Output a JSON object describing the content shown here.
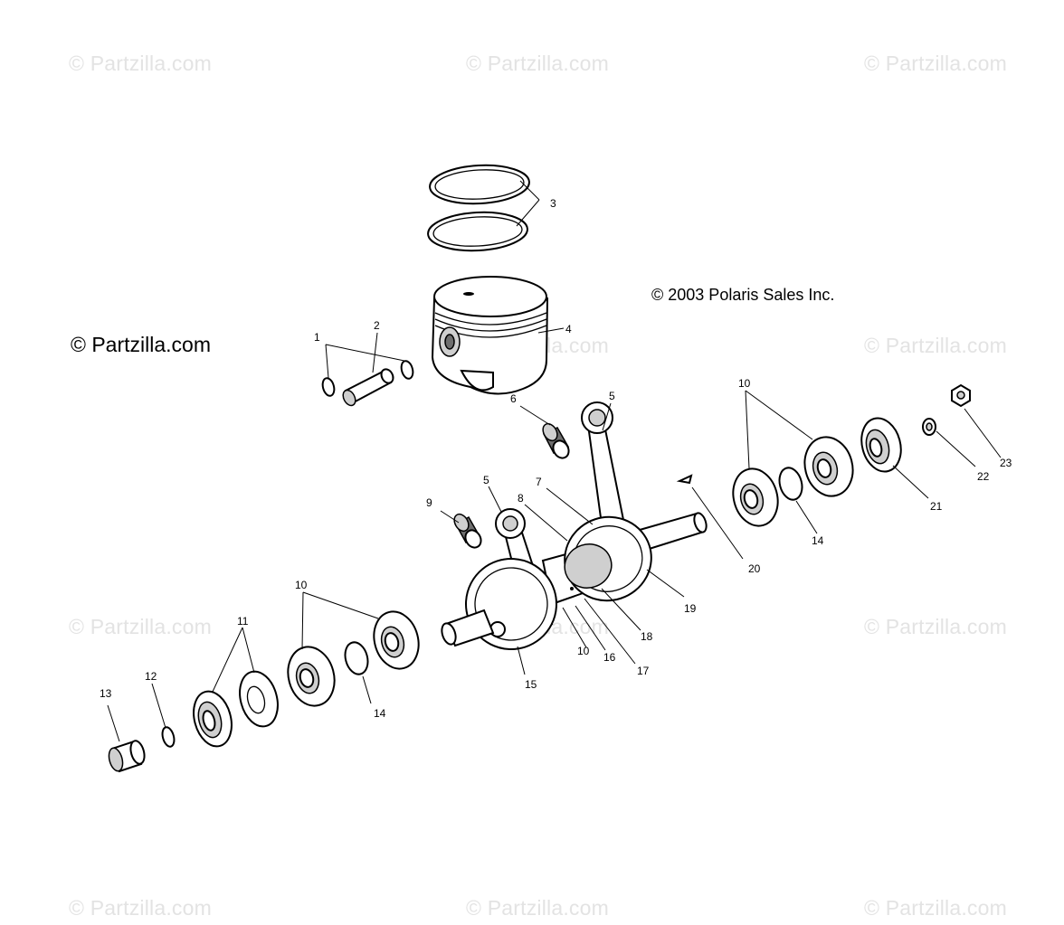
{
  "watermark": "© Partzilla.com",
  "main_watermark": "© Partzilla.com",
  "copyright": "© 2003 Polaris Sales Inc.",
  "callouts": [
    {
      "label": "1"
    },
    {
      "label": "2"
    },
    {
      "label": "3"
    },
    {
      "label": "4"
    },
    {
      "label": "5"
    },
    {
      "label": "5"
    },
    {
      "label": "6"
    },
    {
      "label": "7"
    },
    {
      "label": "8"
    },
    {
      "label": "9"
    },
    {
      "label": "10"
    },
    {
      "label": "10"
    },
    {
      "label": "10"
    },
    {
      "label": "11"
    },
    {
      "label": "12"
    },
    {
      "label": "13"
    },
    {
      "label": "14"
    },
    {
      "label": "14"
    },
    {
      "label": "15"
    },
    {
      "label": "16"
    },
    {
      "label": "17"
    },
    {
      "label": "18"
    },
    {
      "label": "19"
    },
    {
      "label": "20"
    },
    {
      "label": "21"
    },
    {
      "label": "22"
    },
    {
      "label": "23"
    }
  ]
}
